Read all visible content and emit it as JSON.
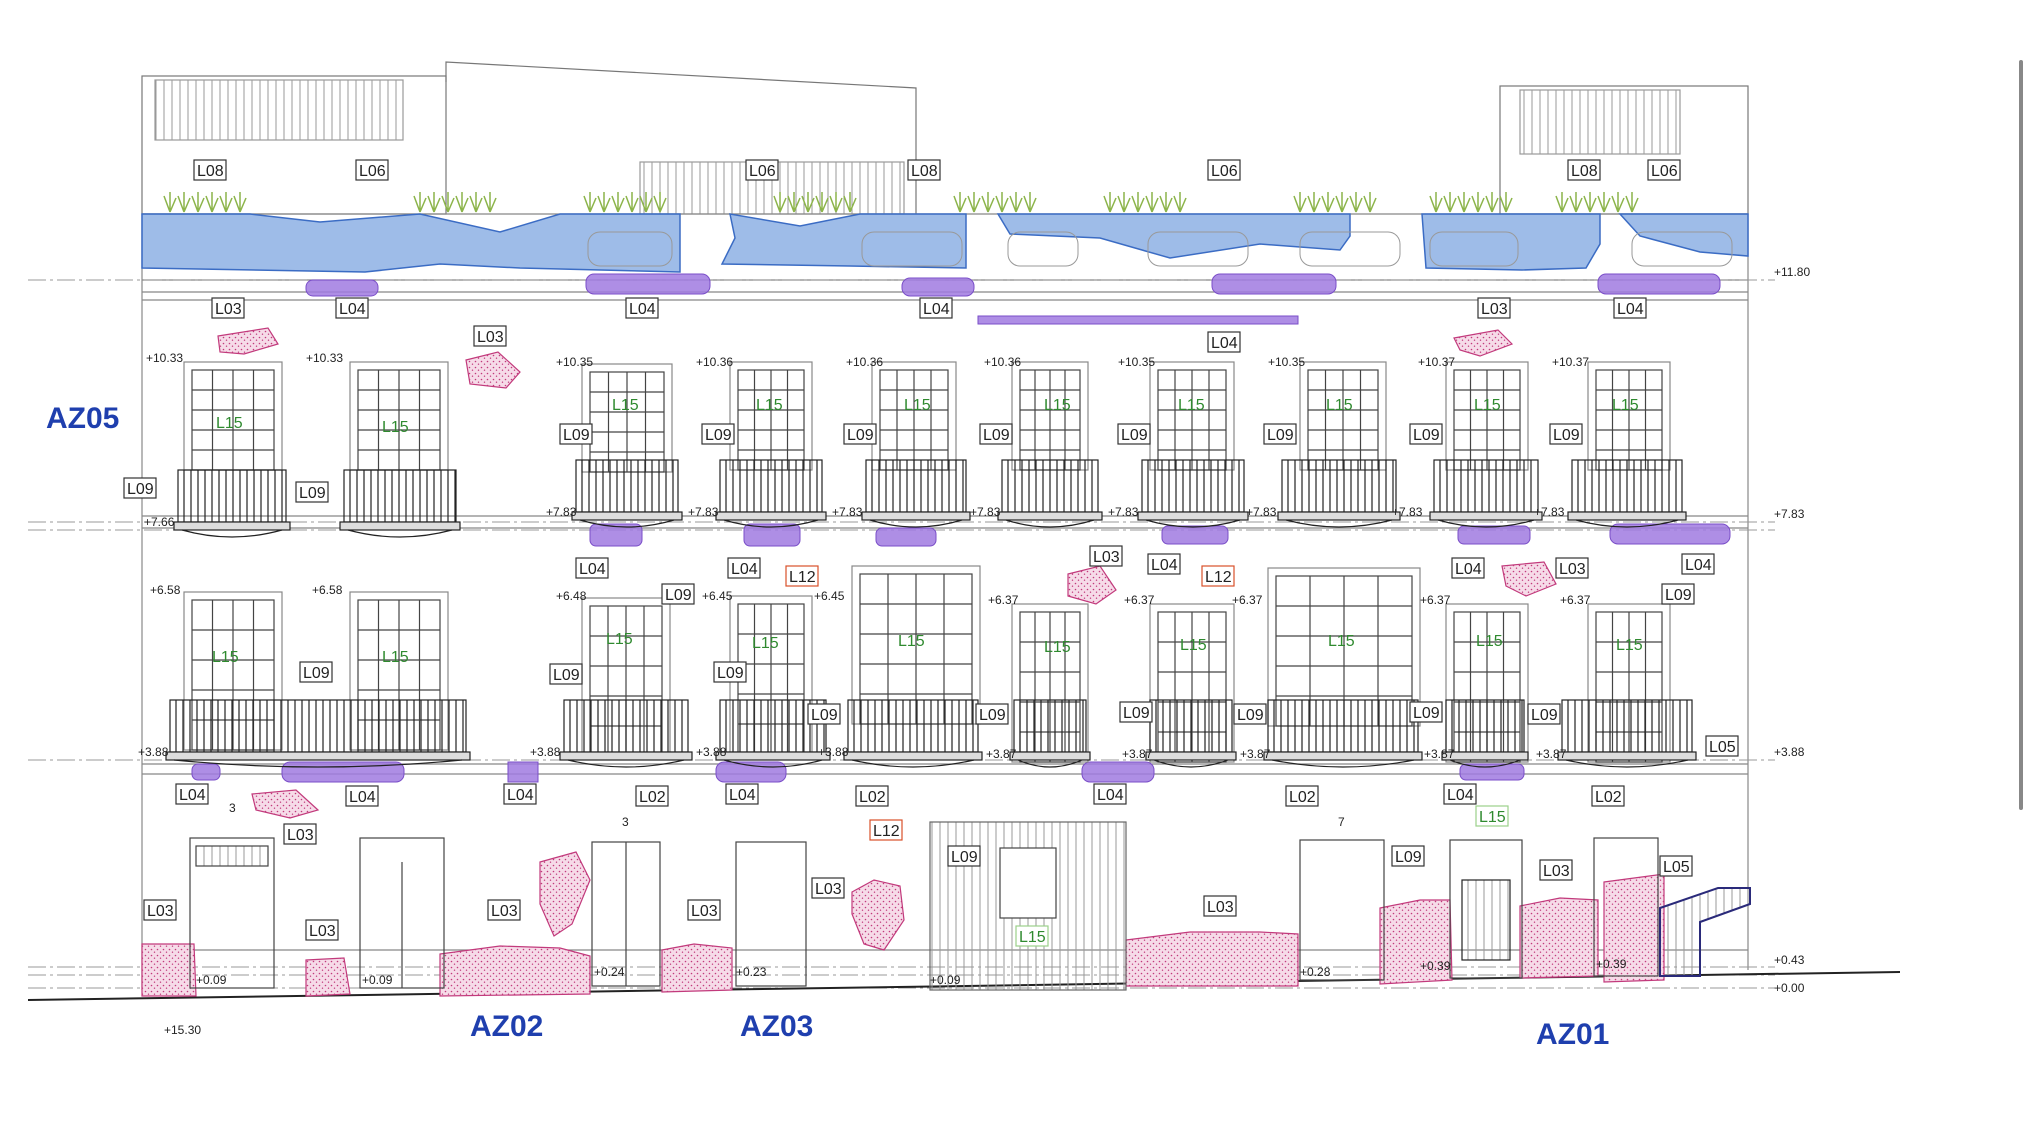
{
  "zones": [
    "AZ05",
    "AZ02",
    "AZ03",
    "AZ01"
  ],
  "levels": {
    "right": [
      "+11.80",
      "+7.83",
      "+3.88",
      "+0.43",
      "+0.00"
    ],
    "ground_left": "+15.30",
    "upper_row": [
      "+10.33",
      "+10.33",
      "+10.35",
      "+10.36",
      "+10.36",
      "+10.36",
      "+10.35",
      "+10.35",
      "+10.37",
      "+10.37"
    ],
    "middle_row": [
      "+6.58",
      "+6.58",
      "+6.48",
      "+6.45",
      "+6.45",
      "+6.37",
      "+6.37",
      "+6.37",
      "+6.37",
      "+6.37"
    ],
    "balcony_upper": [
      "+7.66",
      "+7.83",
      "+7.83",
      "+7.83",
      "+7.83",
      "+7.83",
      "+7.83",
      "+7.83",
      "+7.83"
    ],
    "balcony_lower": [
      "+3.88",
      "+3.88",
      "+3.88",
      "+3.88",
      "+3.87",
      "+3.87",
      "+3.87",
      "+3.87",
      "+3.87"
    ],
    "ground_row": [
      "+0.09",
      "+0.09",
      "+0.24",
      "+0.23",
      "+0.09",
      "+0.28",
      "+0.39",
      "+0.39"
    ]
  },
  "door_numbers": [
    "3",
    "3",
    "7"
  ],
  "tags": {
    "l08": "L08",
    "l06": "L06",
    "l04": "L04",
    "l03": "L03",
    "l09": "L09",
    "l15": "L15",
    "l12": "L12",
    "l02": "L02",
    "l05": "L05"
  },
  "colors": {
    "blue_fill": "#7ea6e0",
    "blue_stroke": "#3b6cc4",
    "purple": "#a07ae0",
    "pink_hatch": "#c23a7c",
    "zone_text": "#1f3fae",
    "orange_tag": "#d9502a",
    "green_tag": "#2f8a2f"
  }
}
